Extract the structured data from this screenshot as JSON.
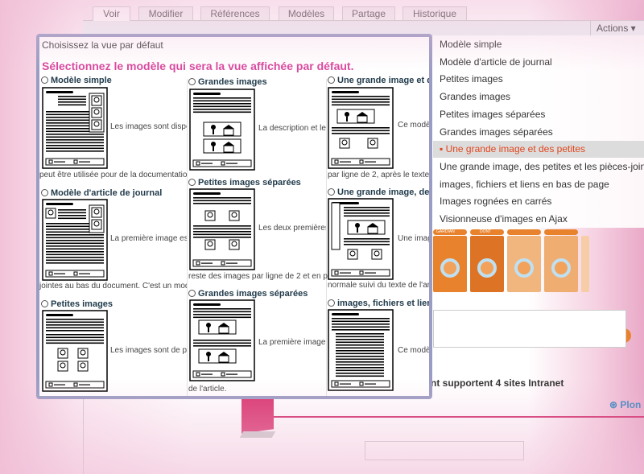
{
  "tabs": [
    {
      "label": "Voir"
    },
    {
      "label": "Modifier"
    },
    {
      "label": "Références"
    },
    {
      "label": "Modèles"
    },
    {
      "label": "Partage"
    },
    {
      "label": "Historique"
    }
  ],
  "actions": {
    "label": "Actions ▾"
  },
  "menu": {
    "items": [
      "Modèle simple",
      "Modèle d'article de journal",
      "Petites images",
      "Grandes images",
      "Petites images séparées",
      "Grandes images séparées",
      "▪ Une grande image et des petites",
      "Une grande image, des petites et les pièces-jointes",
      "images, fichiers et liens en bas de page",
      "Images rognées en carrés",
      "Visionneuse d'images en Ajax"
    ],
    "selected_index": 6
  },
  "page": {
    "intranet_text": "nt supportent 4 sites Intranet",
    "plone_label": "Plon",
    "box_labels": [
      "GARDIAN",
      "DONT"
    ]
  },
  "modal": {
    "title": "Choisissez la vue par défaut",
    "heading": "Sélectionnez le modèle qui sera la vue affichée par défaut.",
    "cards": [
      {
        "label": "Modèle simple",
        "desc": "Les images sont dispo",
        "cont": "peut être utilisée pour de la documentation."
      },
      {
        "label": "Modèle d'article de journal",
        "desc": "La première image est",
        "cont": "jointes au bas du document. C'est un modèl"
      },
      {
        "label": "Petites images",
        "desc": "Les images sont de pe",
        "cont": ""
      },
      {
        "label": "Grandes images",
        "desc": "La description et le",
        "cont": ""
      },
      {
        "label": "Petites images séparées",
        "desc": "Les deux premières",
        "cont": "reste des images par ligne de 2 et en pet"
      },
      {
        "label": "Grandes images séparées",
        "desc": "La première image e",
        "cont": "de l'article."
      },
      {
        "label": "Une grande image et de",
        "desc": "Ce modè",
        "cont": "par ligne de 2, après le texte."
      },
      {
        "label": "Une grande image, des",
        "desc": "Une imag",
        "cont": "normale suivi du texte de l'artic"
      },
      {
        "label": "images, fichiers et liens",
        "desc": "Ce modè",
        "cont": ""
      }
    ]
  },
  "colors": {
    "accent": "#d9479e",
    "menu_selected": "#e0461c",
    "modal_border": "#9b9cc4"
  }
}
